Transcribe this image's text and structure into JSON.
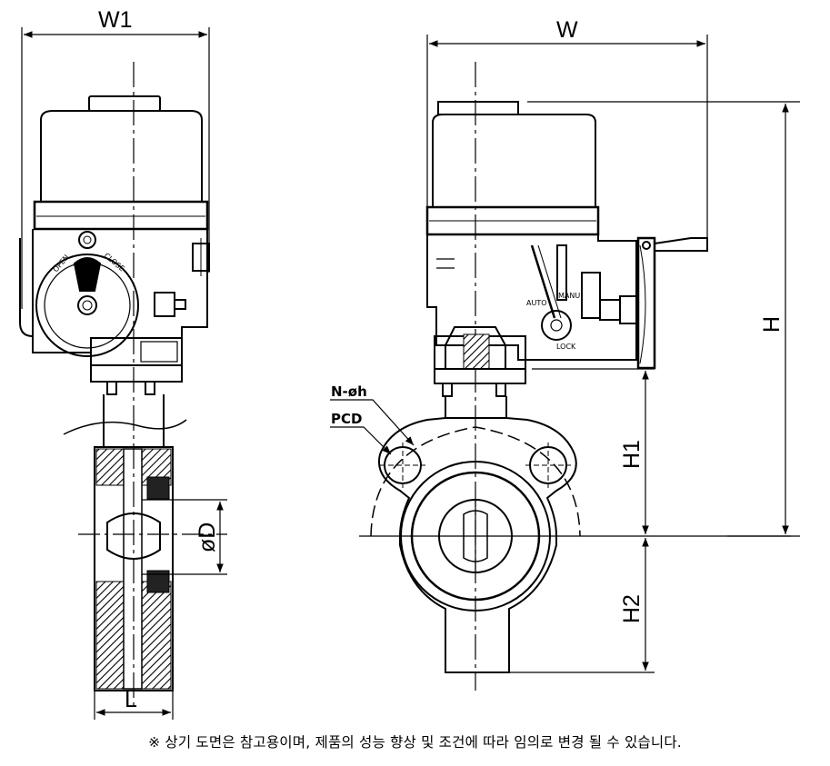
{
  "dimensions": {
    "w1": "W1",
    "w": "W",
    "h": "H",
    "h1": "H1",
    "h2": "H2",
    "l": "L",
    "od": "øD"
  },
  "callouts": {
    "bolt_holes": "N-øh",
    "pcd": "PCD"
  },
  "actuator_markings": {
    "open": "OPEN",
    "close": "CLOSE",
    "auto": "AUTO",
    "manu": "MANU",
    "lock": "LOCK"
  },
  "footnote": "※ 상기 도면은 참고용이며, 제품의 성능 향상 및 조건에 따라 임의로 변경 될 수 있습니다."
}
